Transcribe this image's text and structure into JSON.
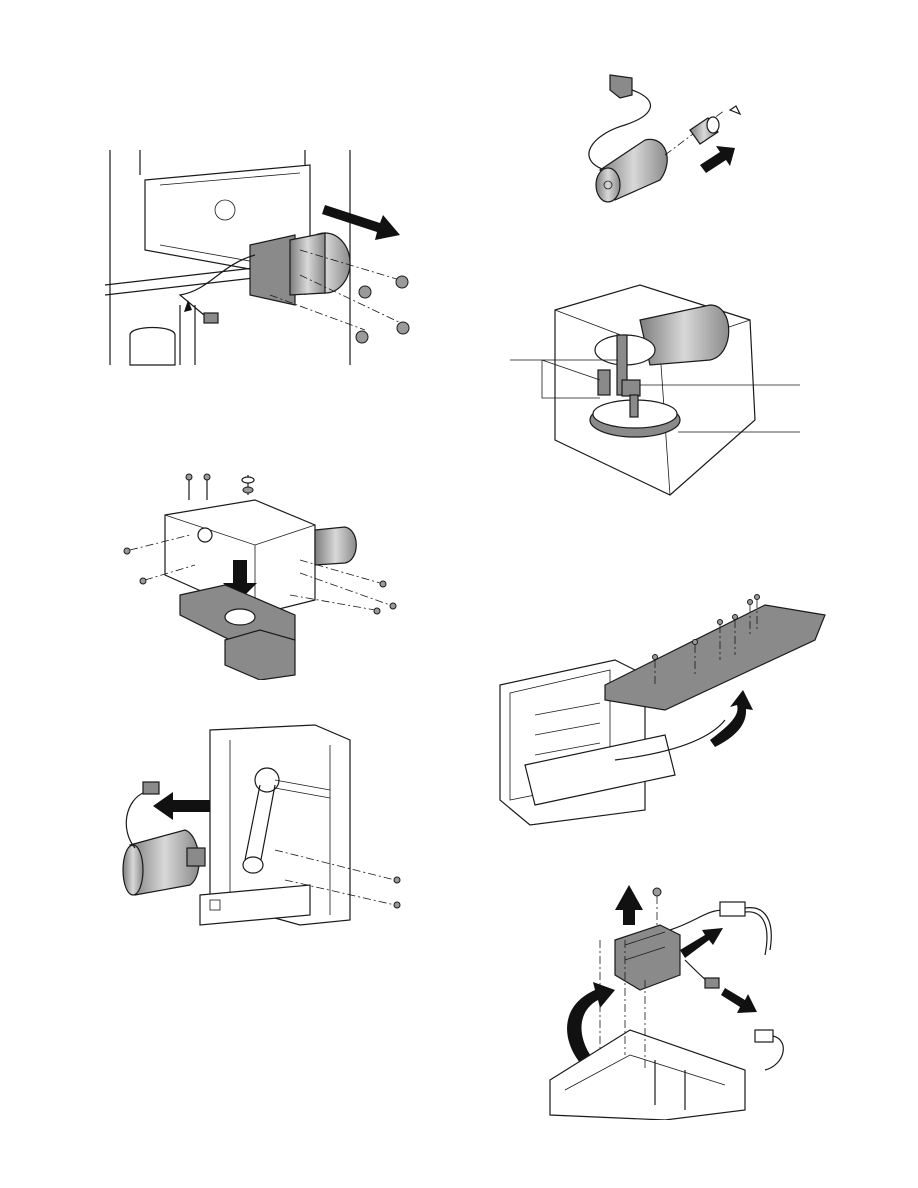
{
  "page": {
    "figures": [
      {
        "id": "fig-a",
        "subject": "motor-unit-removal-screws"
      },
      {
        "id": "fig-b",
        "subject": "motor-gear"
      },
      {
        "id": "fig-c",
        "subject": "frame-with-gears-callouts"
      },
      {
        "id": "fig-d",
        "subject": "frame-bracket-screws"
      },
      {
        "id": "fig-e",
        "subject": "cover-plate-screws"
      },
      {
        "id": "fig-f",
        "subject": "motor-belt-frame"
      },
      {
        "id": "fig-g",
        "subject": "solenoid-connectors"
      }
    ],
    "colors": {
      "ink": "#1a1a1a",
      "part_fill": "#8a8a8a",
      "background": "#ffffff"
    }
  }
}
